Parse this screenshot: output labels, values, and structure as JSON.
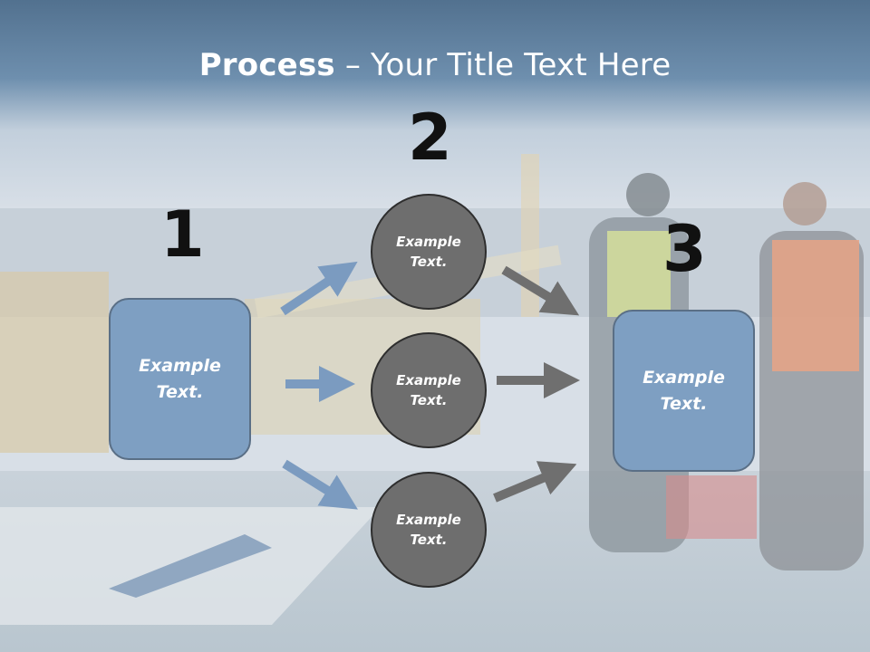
{
  "title": {
    "bold": "Process",
    "rest": " – Your Title Text Here"
  },
  "numbers": [
    "1",
    "2",
    "3"
  ],
  "left_box": {
    "text": "Example\nText."
  },
  "circles": [
    {
      "text": "Example\nText."
    },
    {
      "text": "Example\nText."
    },
    {
      "text": "Example\nText."
    }
  ],
  "right_box": {
    "text": "Example\nText."
  },
  "colors": {
    "box": "#7e9fc2",
    "circle": "#6e6e6e",
    "arrow_blue": "#7b9bc0",
    "arrow_gray": "#6f6f6f"
  }
}
